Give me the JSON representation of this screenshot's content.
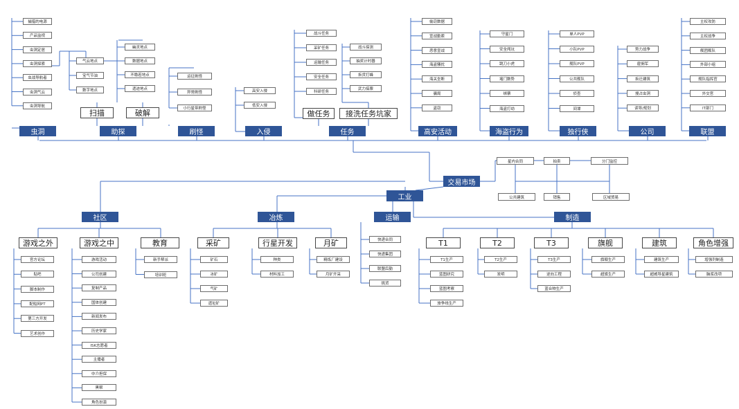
{
  "nodes": {
    "market": "交易市场",
    "industry": "工业",
    "community": "社区",
    "refine": "冶炼",
    "transport": "运输",
    "manufacture": "制造",
    "wormhole": "虫洞",
    "assist": "助探",
    "farming": "刷怪",
    "invade": "入侵",
    "mission": "任务",
    "hisec": "高安活动",
    "pirate": "海盗行为",
    "solo": "独行侠",
    "corp": "公司",
    "alliance": "联盟",
    "scan": "扫描",
    "crack": "破解",
    "do_mission": "做任务",
    "sell_mission": "接洗任务坑家",
    "outgame": "游戏之外",
    "ingame": "游戏之中",
    "education": "教育",
    "mining": "采矿",
    "planet": "行星开发",
    "moon": "月矿",
    "t1": "T1",
    "t2": "T2",
    "t3": "T3",
    "flagship": "旗舰",
    "building": "建筑",
    "role": "角色增强",
    "m_contract": "星内合同",
    "m_auction": "拍卖",
    "m_monitor": "分门监控",
    "m_public": "公共建筑",
    "m_sell": "销售",
    "m_region": "区域贸易"
  },
  "lists": {
    "wormhole": [
      "捕猎的电源",
      "产品监视",
      "虫洞定居",
      "虫洞探索",
      "虫战导航者",
      "虫洞气云",
      "虫洞导航"
    ],
    "assist_l": [
      "气云地点",
      "宝气节油",
      "数字地点"
    ],
    "assist_r": [
      "幽灵地点",
      "数据地点",
      "不稳若地点",
      "遗迹地点"
    ],
    "farming": [
      "运征刷怪",
      "异常刷怪",
      "小行星带刷怪"
    ],
    "invade": [
      "高安入侵",
      "低安入侵"
    ],
    "mission_l": [
      "战斗任务",
      "采矿任务",
      "运输任务",
      "安全任务",
      "科研任务"
    ],
    "mission_r": [
      "战斗探测",
      "抽奖计时器",
      "拆货打蜂",
      "武力搞票"
    ],
    "hisec": [
      "偷窃数据",
      "宣战勤索",
      "恶意宣战",
      "海盗骚扰",
      "海关坐断",
      "骗局",
      "盗窃"
    ],
    "pirate": [
      "守星门",
      "安全闯坑",
      "跳刀小虎",
      "堵门数势",
      "绑票",
      "海盗打劫"
    ],
    "solo": [
      "单人PVP",
      "小队PVP",
      "舰队PVP",
      "公共舰队",
      "侦查",
      "间谍"
    ],
    "corp": [
      "势力战争",
      "雇佣军",
      "拆迁建筑",
      "搜占虫洞",
      "读导/规划"
    ],
    "alliance": [
      "主权攻防",
      "主权战争",
      "舰团舰队",
      "外部小组",
      "舰队指挥官",
      "外交官",
      "IT部门"
    ],
    "outgame": [
      "官方论坛",
      "贴吧",
      "脚本制作",
      "配船网PT",
      "第三方开发",
      "艺术创作"
    ],
    "ingame": [
      "游戏活动",
      "公司创建",
      "复制产品",
      "国体创建",
      "新闻发布",
      "历史学家",
      "ISK志愿者",
      "主播者",
      "中介担保",
      "黑帮",
      "角色扮演"
    ],
    "education": [
      "新手帮派",
      "培训班"
    ],
    "mining": [
      "矿石",
      "冰矿",
      "气矿",
      "遗址矿"
    ],
    "planet": [
      "种类",
      "材料加工"
    ],
    "moon": [
      "精炼厂建设",
      "月矿开采"
    ],
    "transport": [
      "快递合同",
      "快递集团",
      "联盟后勤",
      "挑货"
    ],
    "t1": [
      "T1生产",
      "蓝图研究",
      "蓝图考察",
      "旅争线生产"
    ],
    "t2": [
      "T2生产",
      "发明"
    ],
    "t3": [
      "T3生产",
      "逆向工程",
      "蓝合物生产"
    ],
    "flagship": [
      "旗舰生产",
      "超旗生产"
    ],
    "building": [
      "建筑生产",
      "超威导星建筑"
    ],
    "role": [
      "增强剂制造",
      "脑浆改项"
    ]
  }
}
